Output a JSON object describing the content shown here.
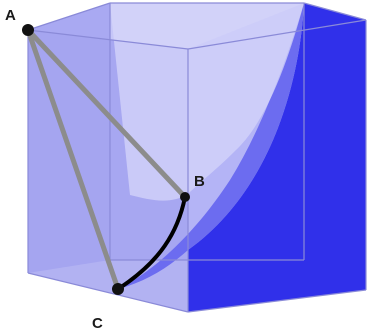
{
  "points": {
    "a": {
      "label": "A"
    },
    "b": {
      "label": "B"
    },
    "c": {
      "label": "C"
    }
  },
  "colors": {
    "cube_face": "#a8a8f4",
    "cube_edge": "#8a8ad8",
    "solid_blue": "#2a2ae6",
    "mid_blue": "#6f6ff0",
    "light_blue": "#bcbcf6",
    "segment_gray": "#8c8c8c",
    "arc_black": "#000000"
  }
}
